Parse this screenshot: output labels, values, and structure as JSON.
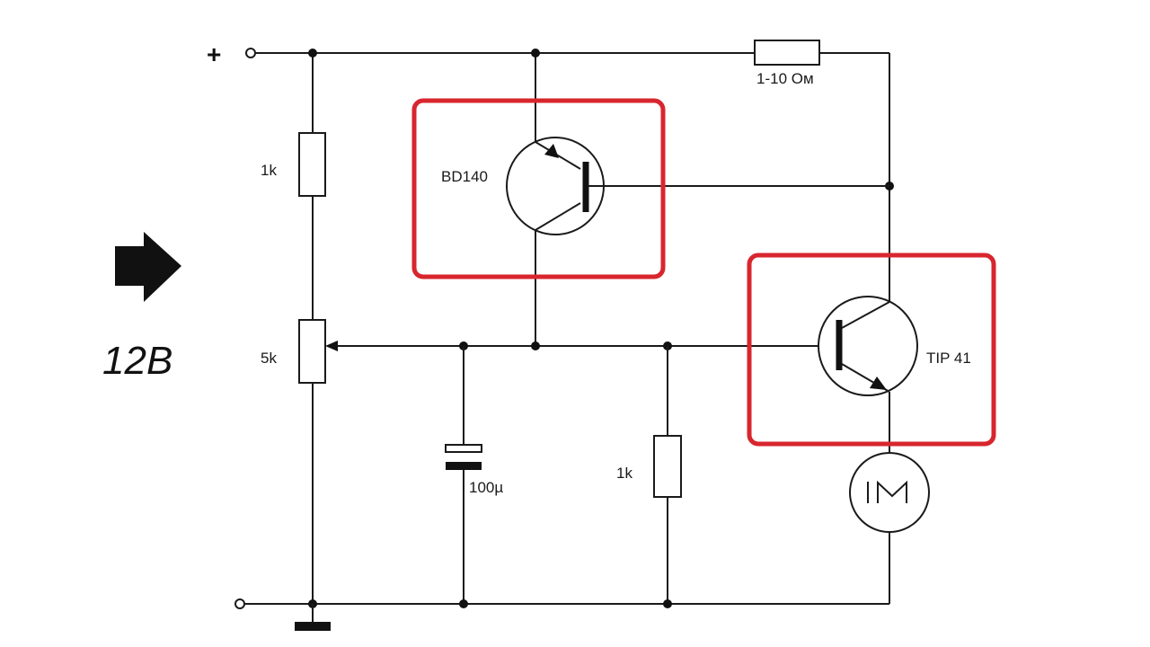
{
  "voltage_label": "12B",
  "plus_sign": "+",
  "labels": {
    "r_series": "1-10 Ом",
    "r_top": "1k",
    "pot": "5k",
    "transistor_pnp": "BD140",
    "transistor_npn": "TIP 41",
    "capacitor": "100µ",
    "r_bottom": "1k"
  },
  "colors": {
    "highlight": "#d8262e",
    "ink": "#111111"
  },
  "icons": {
    "arrow": "right-arrow-icon",
    "motor": "motor-icon"
  }
}
